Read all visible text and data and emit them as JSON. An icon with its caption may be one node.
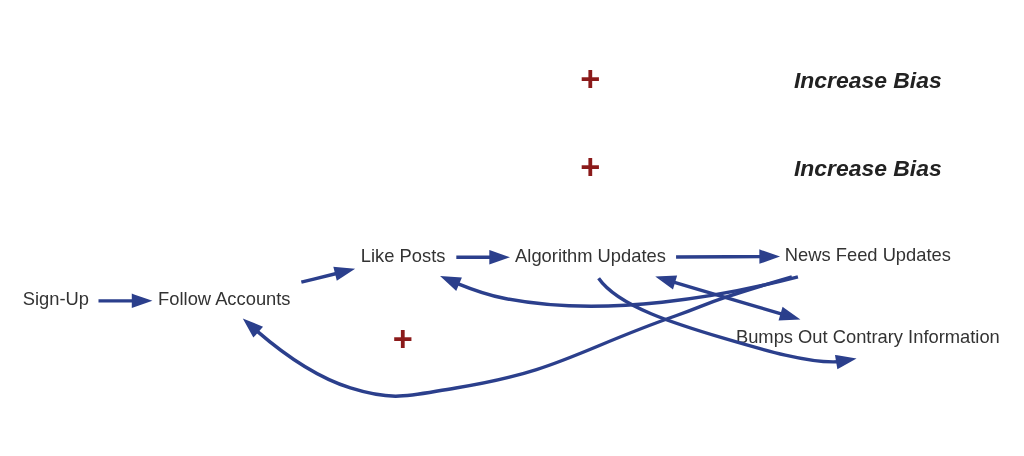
{
  "diagram": {
    "nodes": [
      {
        "text": [
          "Sign-Up"
        ]
      },
      {
        "text": [
          "Follow Accounts"
        ]
      },
      {
        "text": [
          "Like Posts"
        ]
      },
      {
        "text": [
          "Algorithm Updates"
        ]
      },
      {
        "text": [
          "News Feed Updates"
        ]
      },
      {
        "text": [
          "Bumps Out Contrary Information"
        ]
      }
    ],
    "edges": [
      {
        "from": 0,
        "to": 1,
        "arrow": "to"
      },
      {
        "from": 1,
        "to": 2,
        "arrow": "to"
      },
      {
        "from": 2,
        "to": 3,
        "arrow": "to"
      },
      {
        "from": 3,
        "to": 4,
        "arrow": "to"
      },
      {
        "from": 4,
        "to": 1,
        "arrow": "to"
      },
      {
        "from": 4,
        "to": 2,
        "arrow": "to"
      },
      {
        "from": 5,
        "to": 3,
        "arrow": "both"
      },
      {
        "from": 3,
        "to": 5,
        "arrow": "to"
      }
    ],
    "labels": [
      "+",
      "Increase Bias",
      "+",
      "+",
      "Increase Bias"
    ]
  }
}
